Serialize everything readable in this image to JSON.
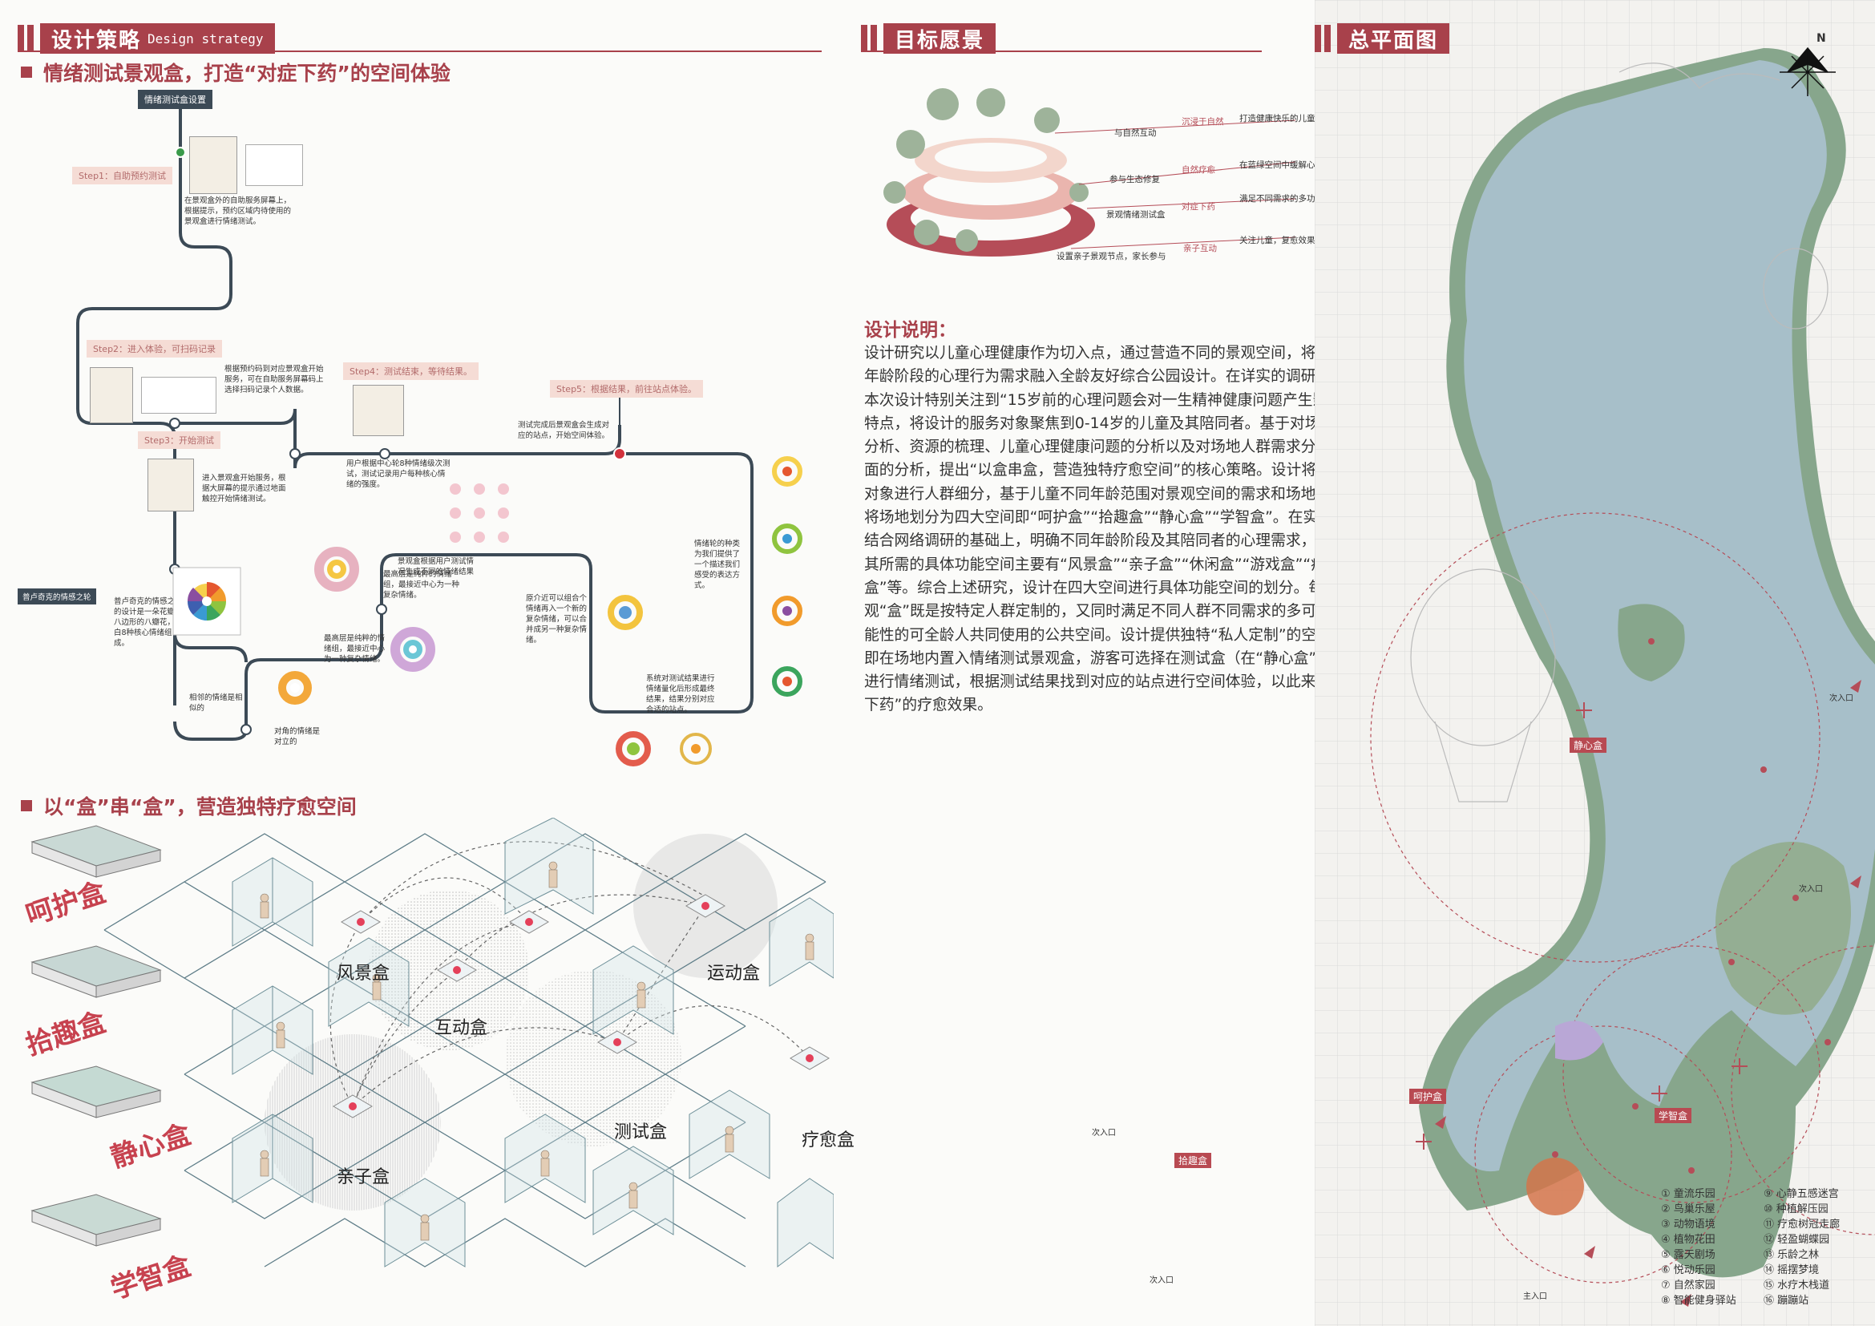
{
  "headers": {
    "design_strategy": "设计策略",
    "design_strategy_en": "Design strategy",
    "vision": "目标愿景",
    "master_plan": "总平面图"
  },
  "subsections": {
    "emotion_box": "情绪测试景观盒，打造“对症下药”的空间体验",
    "box_series": "以“盒”串“盒”，营造独特疗愈空间"
  },
  "flow": {
    "start": "情绪测试盒设置",
    "steps": [
      "Step1：自助预约测试",
      "Step2：进入体验，可扫码记录",
      "Step3：开始测试",
      "Step4：测试结束，等待结果。",
      "Step5：根据结果，前往站点体验。"
    ],
    "notes": [
      "在景观盒外的自助服务屏幕上，根据提示，预约区域内待使用的景观盒进行情绪测试。",
      "根据预约码到对应景观盒开始服务，可在自助服务屏幕码上选择扫码记录个人数据。",
      "进入景观盒开始服务，根据大屏幕的提示通过地面触控开始情绪测试。",
      "用户根据中心轮8种情绪级次测试，测试记录用户每种核心情绪的强度。",
      "测试完成后景观盒会生成对应的站点，开始空间体验。",
      "景观盒根据用户测试情况生成不同的情绪结果",
      "最高层是纯粹的情绪组，最接近中心为一种复杂情绪。",
      "原介近可以组合个情绪再入一个新的复杂情绪，可以合并成另一种复杂情绪。",
      "情绪轮的种类为我们提供了一个描述我们感受的表达方式。",
      "系统对测试结果进行情绪量化后形成最终结果，结果分别对应合适的站点。",
      "普卢奇克的情感之轮的设计是一朵花瓣子八边形的八瓣花，空白8种核心情绪组成。",
      "相邻的情绪是相似的",
      "对角的情绪是对立的",
      "最高层是纯粹的情绪组，最接近中心为一种复杂情绪。"
    ],
    "wheel_label": "普卢奇克的情感之轮"
  },
  "vision": {
    "labels": [
      "与自然互动",
      "沉浸于自然",
      "打造健康快乐的儿童乐园",
      "参与生态修复",
      "自然疗愈",
      "在蓝绿空间中缓解心理问题",
      "景观情绪测试盒",
      "对症下药",
      "满足不同需求的多功能空间",
      "设置亲子景观节点，家长参与",
      "亲子互动",
      "关注儿童，复愈效果最大化"
    ]
  },
  "description": {
    "title": "设计说明：",
    "body": "设计研究以儿童心理健康作为切入点，通过营造不同的景观空间，将儿童不同年龄阶段的心理行为需求融入全龄友好综合公园设计。在详实的调研基础上，本次设计特别关注到“15岁前的心理问题会对一生精神健康问题产生影响”这一特点，将设计的服务对象聚焦到0-14岁的儿童及其陪同者。基于对场地现状的分析、资源的梳理、儿童心理健康问题的分析以及对场地人群需求分析四大方面的分析，提出“以盒串盒，营造独特疗愈空间”的核心策略。设计将主要服务对象进行人群细分，基于儿童不同年龄范围对景观空间的需求和场地的资源，将场地划分为四大空间即“呵护盒”“拾趣盒”“静心盒”“学智盒”。在实地调研并结合网络调研的基础上，明确不同年龄阶段及其陪同者的心理需求，最终确定其所需的具体功能空间主要有“风景盒”“亲子盒”“休闲盒”“游戏盒”“疗愈盒”等。综合上述研究，设计在四大空间进行具体功能空间的划分。每一个景观“盒”既是按特定人群定制的，又同时满足不同人群不同需求的多可能性多功能性的可全龄人共同使用的公共空间。设计提供独特“私人定制”的空间体验，即在场地内置入情绪测试景观盒，游客可选择在测试盒（在“静心盒”区设置）进行情绪测试，根据测试结果找到对应的站点进行空间体验，以此来达到“对症下药”的疗愈效果。"
  },
  "boxes": {
    "zones": [
      "呵护盒",
      "拾趣盒",
      "静心盒",
      "学智盒"
    ],
    "functions": [
      "风景盒",
      "运动盒",
      "互动盒",
      "测试盒",
      "亲子盒",
      "疗愈盒"
    ]
  },
  "map": {
    "zones": [
      "静心盒",
      "呵护盒",
      "拾趣盒",
      "学智盒"
    ],
    "entrances": [
      "主入口",
      "次入口",
      "次入口",
      "次入口",
      "次入口"
    ],
    "north": "N",
    "legend_left": [
      "① 童流乐园",
      "② 鸟巢乐屋",
      "③ 动物语境",
      "④ 植物花田",
      "⑤ 露天剧场",
      "⑥ 悦动乐园",
      "⑦ 自然家园",
      "⑧ 智能健身驿站"
    ],
    "legend_right": [
      "⑨ 心静五感迷宫",
      "⑩ 种植解压园",
      "⑪ 疗愈树冠走廊",
      "⑫ 轻盈蝴蝶园",
      "⑬ 乐龄之林",
      "⑭ 摇摆梦境",
      "⑮ 水疗木栈道",
      "⑯ 蹦蹦站"
    ]
  },
  "colors": {
    "accent": "#a8414b",
    "water": "#9fb8c4",
    "green": "#86a88a",
    "route": "#3c4a56"
  }
}
